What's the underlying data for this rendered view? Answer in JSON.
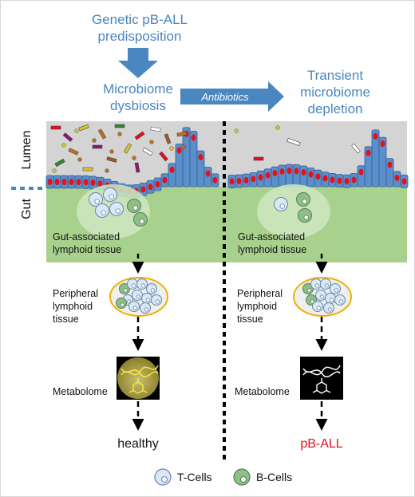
{
  "header": {
    "predisposition_line1": "Genetic pB-ALL",
    "predisposition_line2": "predisposition",
    "dysbiosis_line1": "Microbiome",
    "dysbiosis_line2": "dysbiosis",
    "antibiotics": "Antibiotics",
    "depletion_line1": "Transient",
    "depletion_line2": "microbiome",
    "depletion_line3": "depletion"
  },
  "side_labels": {
    "lumen": "Lumen",
    "gut": "Gut"
  },
  "panels": {
    "left": {
      "galt_line1": "Gut-associated",
      "galt_line2": "lymphoid tissue",
      "peripheral_line1": "Peripheral",
      "peripheral_line2": "lymphoid",
      "peripheral_line3": "tissue",
      "metabolome": "Metabolome",
      "outcome": "healthy"
    },
    "right": {
      "galt_line1": "Gut-associated",
      "galt_line2": "lymphoid tissue",
      "peripheral_line1": "Peripheral",
      "peripheral_line2": "lymphoid",
      "peripheral_line3": "tissue",
      "metabolome": "Metabolome",
      "outcome": "pB-ALL"
    }
  },
  "legend": {
    "t_cells": "T-Cells",
    "b_cells": "B-Cells"
  },
  "colors": {
    "title_blue": "#4a86c0",
    "lumen_gray": "#d4d4d4",
    "gut_green": "#a9d18e",
    "epithelium_blue": "#5b8fca",
    "nucleus_red": "#e8101c",
    "outcome_red": "#e8101c",
    "node_border": "#f0b000"
  }
}
